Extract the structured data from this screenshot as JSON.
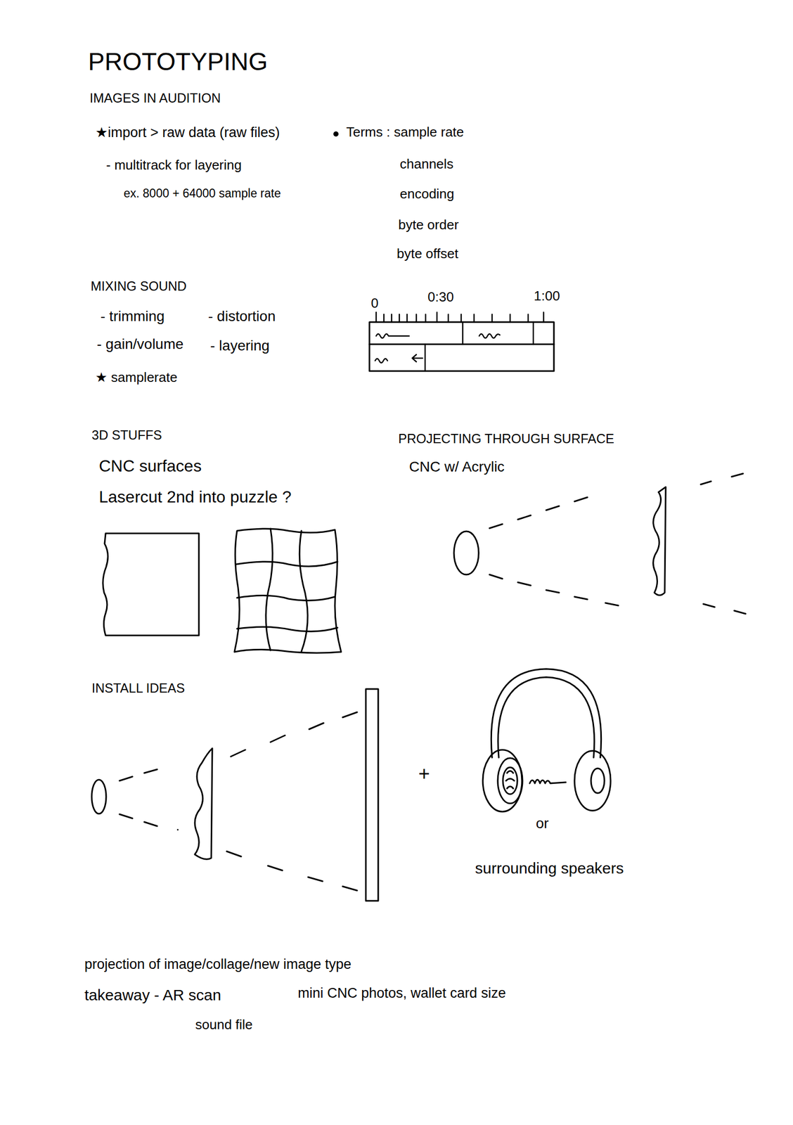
{
  "diagram": {
    "title": "PROTOTYPING",
    "labels": [
      "IMAGES IN AUDITION",
      "★import > raw data (raw files)",
      "- multitrack for layering",
      "ex. 8000 + 64000 sample rate",
      "Terms : sample rate",
      "channels",
      "encoding",
      "byte order",
      "byte offset",
      "MIXING SOUND",
      "- trimming",
      "- gain/volume",
      "- distortion",
      "- layering",
      "★ samplerate",
      "0",
      "0:30",
      "1:00",
      "3D STUFFS",
      "CNC surfaces",
      "Lasercut 2nd into puzzle ?",
      "PROJECTING THROUGH SURFACE",
      "CNC w/ Acrylic",
      "INSTALL IDEAS",
      "+",
      "or",
      "surrounding speakers",
      "projection of image/collage/new image type",
      "takeaway - AR scan",
      "mini CNC photos, wallet card size",
      "sound file"
    ]
  }
}
